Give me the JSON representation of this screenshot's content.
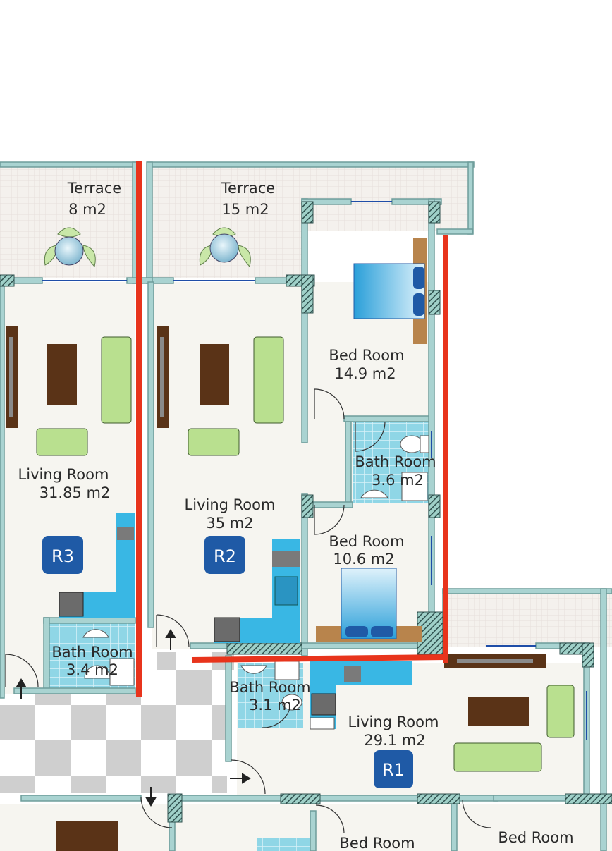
{
  "rooms": {
    "terrace_r3": {
      "name": "Terrace",
      "area": "8 m2"
    },
    "terrace_r2": {
      "name": "Terrace",
      "area": "15 m2"
    },
    "bed_r2_top": {
      "name": "Bed Room",
      "area": "14.9 m2"
    },
    "living_r3": {
      "name": "Living Room",
      "area": "31.85 m2"
    },
    "living_r2": {
      "name": "Living Room",
      "area": "35 m2"
    },
    "bath_r2": {
      "name": "Bath Room",
      "area": "3.6 m2"
    },
    "bed_r2_bottom": {
      "name": "Bed Room",
      "area": "10.6 m2"
    },
    "bath_r3": {
      "name": "Bath Room",
      "area": "3.4 m2"
    },
    "bath_r1": {
      "name": "Bath Room",
      "area": "3.1 m2"
    },
    "living_r1": {
      "name": "Living Room",
      "area": "29.1 m2"
    },
    "bed_lower_mid": {
      "name": "Bed Room"
    },
    "bed_lower_right": {
      "name": "Bed Room"
    }
  },
  "units": {
    "r1": "R1",
    "r2": "R2",
    "r3": "R3"
  },
  "colors": {
    "wall": "#a9d3d1",
    "wall_edge": "#6e9d9b",
    "floor": "#f6f5f0",
    "tile": "#7fcfe0",
    "kitchen": "#39b7e4",
    "badge": "#1f5aa6",
    "divider": "#e8341c",
    "wood": "#5a3317",
    "sofa": "#b9e08f"
  }
}
